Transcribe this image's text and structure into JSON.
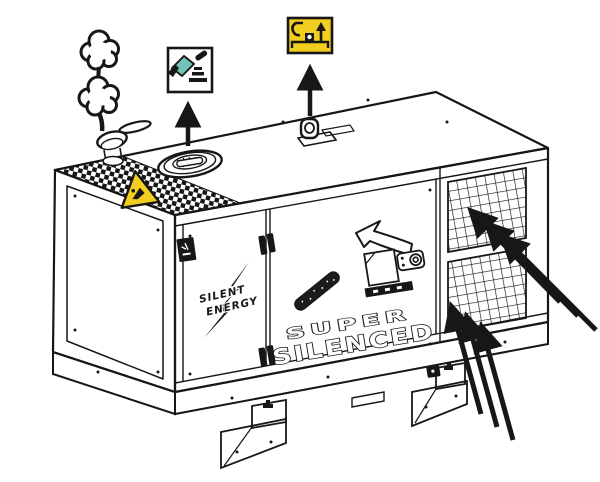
{
  "labels": {
    "model_line1": "SUPER",
    "model_line2": "SILENCED",
    "brand_line1": "SILENT",
    "brand_line2": "ENERGY"
  },
  "colors": {
    "warning_yellow": "#f2ce1f",
    "fuel_teal": "#72c3b9",
    "line": "#171717",
    "background": "#ffffff"
  },
  "icons": [
    {
      "name": "refuel-icon",
      "shape": "tilted fuel can pouring into tank inlet, cap removed"
    },
    {
      "name": "lifting-point-icon",
      "shape": "crane hook, pulley block and up arrow above canopy bracket"
    },
    {
      "name": "warning-triangle-icon",
      "shape": "yellow caution triangle decal on tread strip"
    },
    {
      "name": "exhaust-smoke-icon",
      "shape": "two smoke clouds above muffler rain cap"
    },
    {
      "name": "up-arrow-icon",
      "shape": "solid black arrow pointing from part to instruction icon"
    },
    {
      "name": "open-door-arrow-icon",
      "shape": "hollow curved arrow pointing to door"
    },
    {
      "name": "control-panel-icon",
      "shape": "open panel with socket connector decal"
    },
    {
      "name": "airflow-arrow-icon",
      "shape": "thick black arrows entering ventilation grilles"
    },
    {
      "name": "hinge-icon",
      "shape": "black double-knuckle door hinge"
    },
    {
      "name": "lightning-bolt-icon",
      "shape": "lightning bolt through brand lettering"
    },
    {
      "name": "fuel-filler-cap",
      "shape": "round slotted fuel cap on roof"
    },
    {
      "name": "lifting-eye",
      "shape": "lifting lug with hole on roof"
    }
  ]
}
